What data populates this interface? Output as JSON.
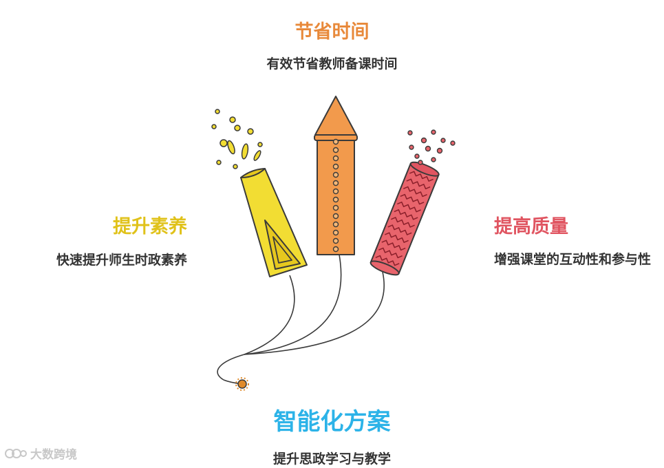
{
  "sections": {
    "time": {
      "title": "节省时间",
      "desc": "有效节省教师备课时间",
      "color": "#e8893a"
    },
    "literacy": {
      "title": "提升素养",
      "desc": "快速提升师生时政素养",
      "color": "#e6c81e"
    },
    "quality": {
      "title": "提高质量",
      "desc": "增强课堂的互动性和参与性",
      "color": "#e05561"
    },
    "main": {
      "title": "智能化方案",
      "desc": "提升思政学习与教学",
      "color": "#2cb3e8"
    }
  },
  "watermark": {
    "text": "大数跨境",
    "icon": "logo-icon"
  },
  "colors": {
    "yellow_fill": "#f2dd33",
    "orange_fill": "#f29a4c",
    "red_fill": "#e8646c",
    "outline": "#3a3a3a",
    "fuse_end": "#e08a2a"
  }
}
